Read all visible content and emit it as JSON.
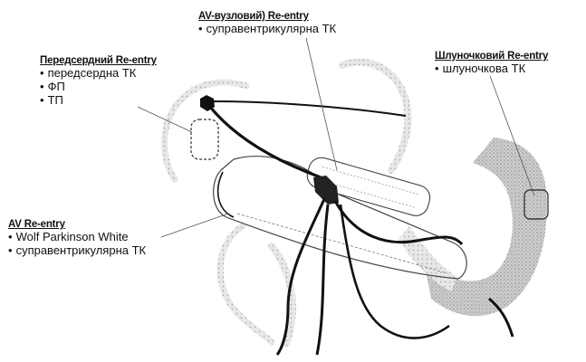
{
  "labels": {
    "av_nodal": {
      "title": "AV-вузловий) Re-entry",
      "items": [
        "суправентрикулярна ТК"
      ]
    },
    "atrial": {
      "title": "Передсердний Re-entry",
      "items": [
        "передсердна ТК",
        "ФП",
        "ТП"
      ]
    },
    "ventricular": {
      "title": "Шлуночковий Re-entry",
      "items": [
        "шлуночкова ТК"
      ]
    },
    "av_reentry": {
      "title": "AV Re-entry",
      "items": [
        "Wolf Parkinson White",
        "суправентрикулярна ТК"
      ]
    }
  },
  "bullet_glyph": "•"
}
